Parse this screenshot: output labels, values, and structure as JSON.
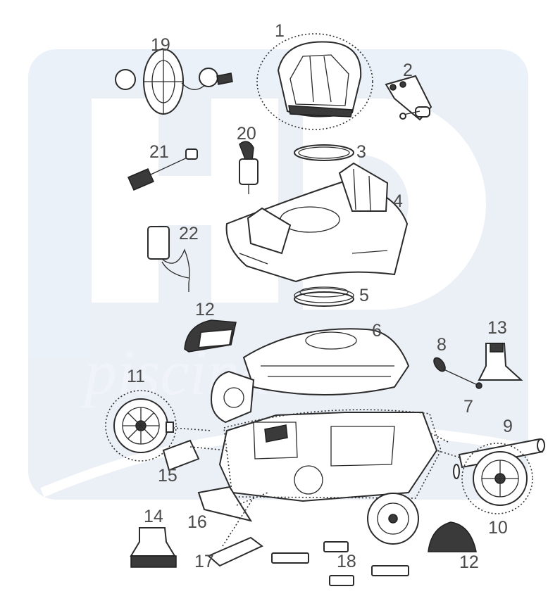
{
  "diagram": {
    "callouts": [
      "1",
      "2",
      "3",
      "4",
      "5",
      "6",
      "7",
      "8",
      "9",
      "10",
      "11",
      "12",
      "12",
      "13",
      "14",
      "15",
      "16",
      "17",
      "18",
      "19",
      "20",
      "21",
      "22"
    ]
  },
  "watermark": {
    "text": "piscinas",
    "brand_color": "#dbe6f3"
  }
}
